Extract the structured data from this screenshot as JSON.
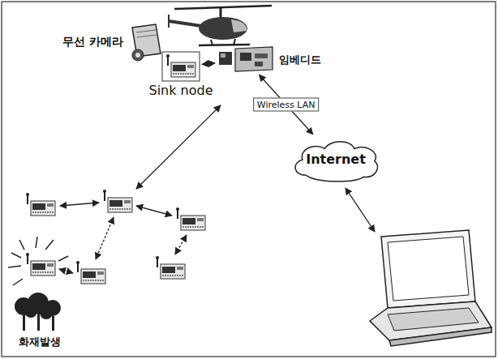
{
  "diagram": {
    "nodes": [
      {
        "text": [
          "무선 카메라"
        ]
      },
      {
        "text": [
          "Sink node"
        ]
      },
      {
        "text": [
          "임베디드"
        ]
      },
      {
        "text": [
          "Internet"
        ]
      },
      {
        "text": [
          "화재발생"
        ]
      }
    ],
    "edges": [
      {
        "from": 1,
        "to": 2,
        "arrow": "both"
      },
      {
        "from": 2,
        "to": 3,
        "label": "Wireless LAN",
        "arrow": "both"
      }
    ]
  }
}
